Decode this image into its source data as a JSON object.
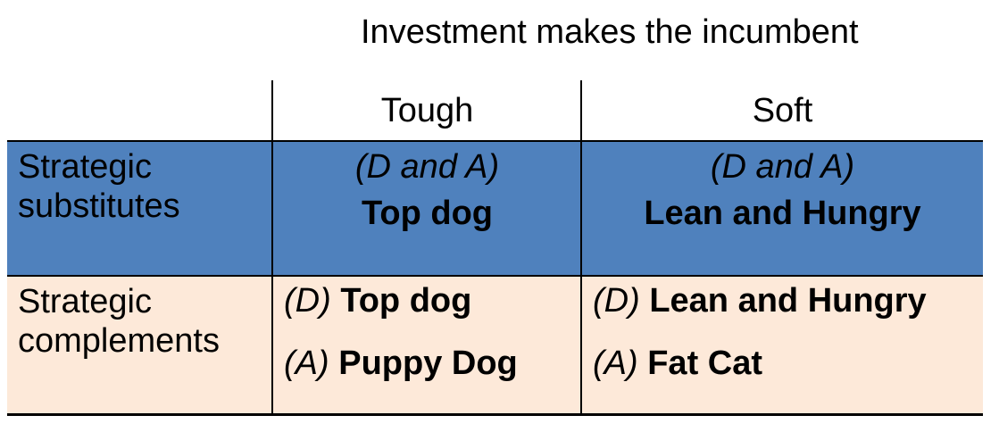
{
  "heading": "Investment makes the incumbent",
  "columns": [
    "Tough",
    "Soft"
  ],
  "rows": [
    {
      "label_line1": "Strategic",
      "label_line2": "substitutes",
      "cells": [
        {
          "qualifier": "(D and A)",
          "result": "Top dog"
        },
        {
          "qualifier": "(D and A)",
          "result": "Lean and Hungry"
        }
      ]
    },
    {
      "label_line1": "Strategic",
      "label_line2": "complements",
      "cells": [
        {
          "d_prefix": "(D)",
          "d_result": "Top dog",
          "a_prefix": "(A)",
          "a_result": "Puppy Dog"
        },
        {
          "d_prefix": "(D)",
          "d_result": "Lean and Hungry",
          "a_prefix": "(A)",
          "a_result": "Fat Cat"
        }
      ]
    }
  ],
  "colors": {
    "substitutes_row_bg": "#4f81bd",
    "complements_row_bg": "#fde9d9",
    "grid_lines": "#000000"
  }
}
